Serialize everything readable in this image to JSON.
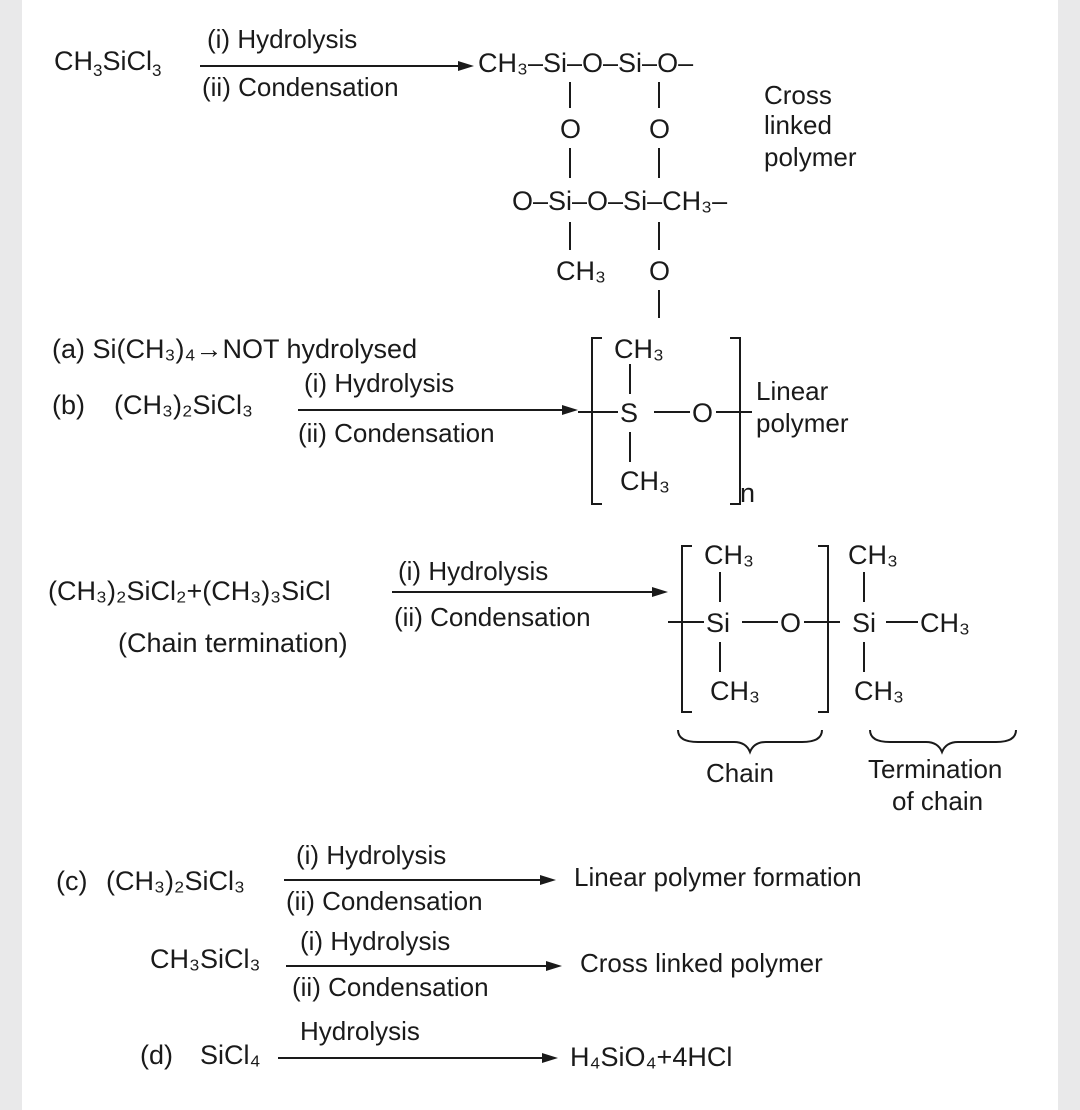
{
  "header": {
    "reactant_prefix": "CH",
    "reactant_suffix": "SiCl",
    "sub3": "3",
    "cond_1": "(i) Hydrolysis",
    "cond_2": "(ii) Condensation",
    "chain_top": "CH₃–Si–O–Si–O–",
    "o": "O",
    "chain_mid": "O–Si–O–Si–CH₃–",
    "ch3": "CH₃",
    "cross_1": "Cross",
    "cross_2": "linked",
    "cross_3": "polymer"
  },
  "option_a": {
    "text": "(a) Si(CH₃)₄→NOT hydrolysed"
  },
  "option_b": {
    "label": "(b)",
    "reactant": "(CH₃)₂SiCl₃",
    "cond_1": "(i) Hydrolysis",
    "cond_2": "(ii) Condensation",
    "ch3_top": "CH₃",
    "s": "S",
    "o": "O",
    "ch3_bottom": "CH₃",
    "n": "n",
    "product_1": "Linear",
    "product_2": "polymer"
  },
  "termination": {
    "reactant": "(CH₃)₂SiCl₂+(CH₃)₃SiCl",
    "note": "(Chain termination)",
    "cond_1": "(i) Hydrolysis",
    "cond_2": "(ii) Condensation",
    "ch3": "CH₃",
    "si": "Si",
    "o": "O",
    "si_end": "Si",
    "ch3_end": "CH₃",
    "chain_label": "Chain",
    "term_label_1": "Termination",
    "term_label_2": "of chain"
  },
  "option_c": {
    "label": "(c)",
    "reactant_1": "(CH₃)₂SiCl₃",
    "cond_1": "(i) Hydrolysis",
    "cond_2": "(ii) Condensation",
    "product_1": "Linear polymer formation",
    "reactant_2": "CH₃SiCl₃",
    "cond_3": "(i) Hydrolysis",
    "cond_4": "(ii) Condensation",
    "product_2": "Cross linked polymer"
  },
  "option_d": {
    "label": "(d)",
    "reactant": "SiCl₄",
    "cond": "Hydrolysis",
    "product": "H₄SiO₄+4HCl"
  }
}
